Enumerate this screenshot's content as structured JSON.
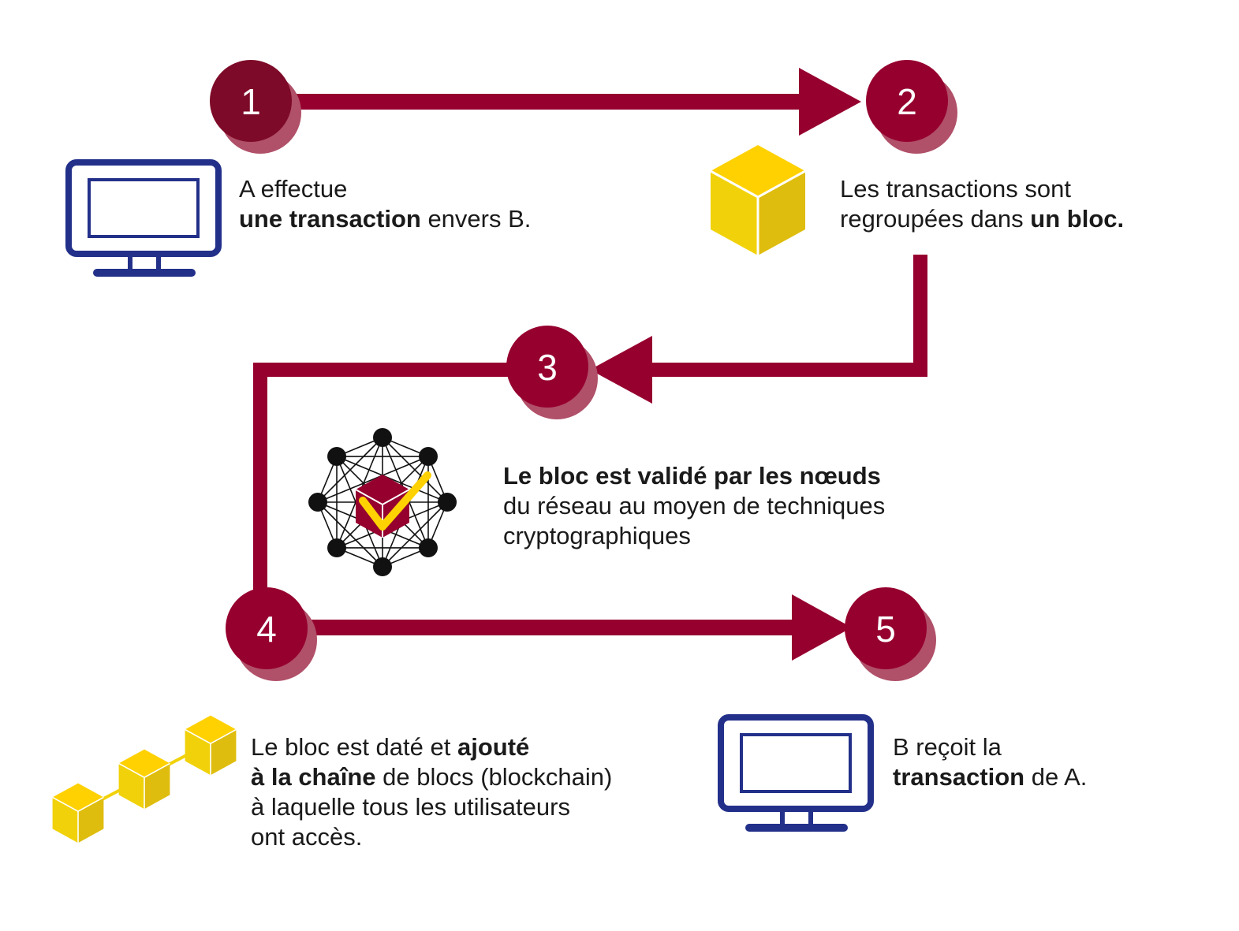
{
  "colors": {
    "accent": "#96002f",
    "accent_shadow": "#b05069",
    "step1": "#7d0a28",
    "monitor": "#23308a",
    "cube_top": "#ffd100",
    "cube_left": "#f1d20a",
    "cube_right": "#dfbd0e",
    "node": "#111111"
  },
  "steps": [
    {
      "number": "1",
      "icon": "computer-monitor-icon",
      "lines": [
        {
          "regular": "A effectue"
        },
        {
          "bold": "une transaction",
          "regular": " envers B."
        }
      ]
    },
    {
      "number": "2",
      "icon": "block-cube-icon",
      "lines": [
        {
          "regular": "Les transactions sont"
        },
        {
          "regular": "regroupées dans ",
          "bold": "un bloc."
        }
      ]
    },
    {
      "number": "3",
      "icon": "network-validation-icon",
      "lines": [
        {
          "bold": "Le bloc est validé par les nœuds"
        },
        {
          "regular": "du réseau au moyen de techniques"
        },
        {
          "regular": "cryptographiques"
        }
      ]
    },
    {
      "number": "4",
      "icon": "block-chain-icon",
      "lines": [
        {
          "regular": "Le bloc est daté et ",
          "bold": "ajouté"
        },
        {
          "bold": "à la chaîne",
          "regular": " de blocs (blockchain)"
        },
        {
          "regular": "à laquelle tous les utilisateurs"
        },
        {
          "regular": "ont accès."
        }
      ]
    },
    {
      "number": "5",
      "icon": "computer-monitor-icon",
      "lines": [
        {
          "regular": "B reçoit la"
        },
        {
          "bold": "transaction",
          "regular": " de A."
        }
      ]
    }
  ]
}
